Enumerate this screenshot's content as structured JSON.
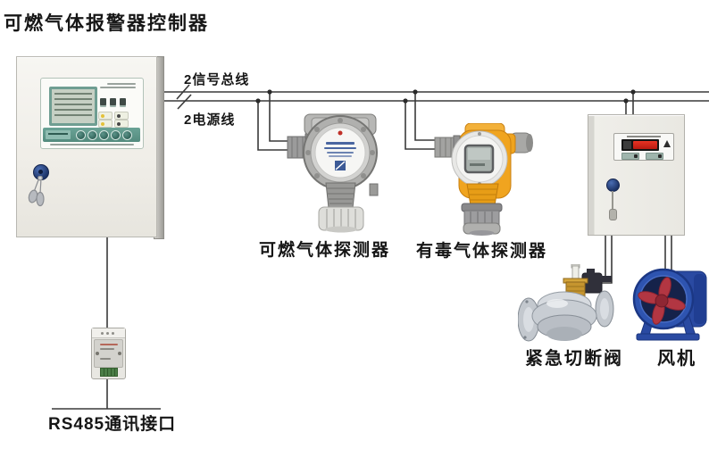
{
  "title": "可燃气体报警器控制器",
  "bus": {
    "signal_label": "2信号总线",
    "power_label": "2电源线"
  },
  "devices": {
    "controller_label": "可燃气体报警器控制器",
    "combustible_detector_label": "可燃气体探测器",
    "toxic_detector_label": "有毒气体探测器",
    "valve_label": "紧急切断阀",
    "fan_label": "风机",
    "rs485_label": "RS485通讯接口"
  },
  "icons": {
    "key_lock": "round-key-lock",
    "lcd": "lcd-display",
    "led": "red-led-readout"
  },
  "colors": {
    "wire": "#3a3a3a",
    "label_text": "#161616",
    "cabinet_body": "#f3f2ee",
    "teal_band": "#5f988b",
    "lcd_green": "#c6d0c4",
    "led_red": "#d42418",
    "lock_navy": "#1d3468",
    "detector_gray": "#b0b0ae",
    "detector_yellow": "#f0a41f",
    "valve_silver": "#c8cdd3",
    "valve_brass": "#c6952f",
    "solenoid_black": "#30303a",
    "fan_blue": "#2e54b0",
    "impeller_red": "#b23642",
    "rs485_terminal_green": "#4a7d46"
  }
}
